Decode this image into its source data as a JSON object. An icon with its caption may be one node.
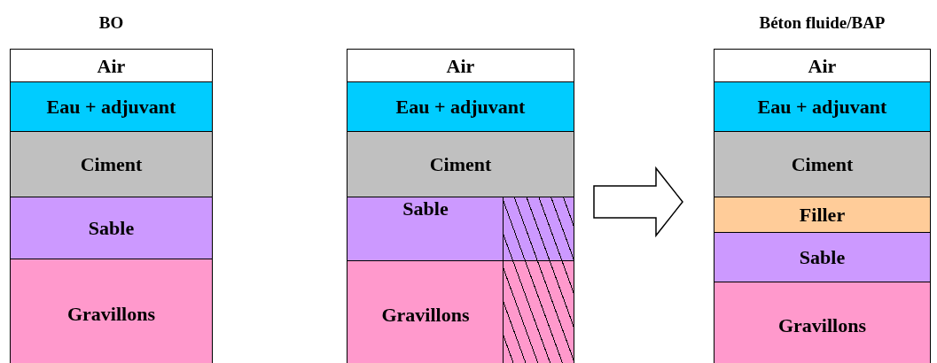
{
  "diagram": {
    "nodes": [
      {
        "text": [
          "BO"
        ]
      },
      {
        "text": [
          "Air"
        ],
        "in": 0
      },
      {
        "text": [
          "Eau + adjuvant"
        ],
        "in": 0
      },
      {
        "text": [
          "Ciment"
        ],
        "in": 0
      },
      {
        "text": [
          "Sable"
        ],
        "in": 0
      },
      {
        "text": [
          "Gravillons"
        ],
        "in": 0
      },
      {
        "text": [],
        "shape": "box"
      },
      {
        "text": [
          "Air"
        ],
        "in": 6
      },
      {
        "text": [
          "Eau + adjuvant"
        ],
        "in": 6
      },
      {
        "text": [
          "Ciment"
        ],
        "in": 6
      },
      {
        "text": [
          "Sable"
        ],
        "in": 6
      },
      {
        "text": [
          "Gravillons"
        ],
        "in": 6
      },
      {
        "text": [
          "Béton fluide/BAP"
        ]
      },
      {
        "text": [
          "Air"
        ],
        "in": 12
      },
      {
        "text": [
          "Eau + adjuvant"
        ],
        "in": 12
      },
      {
        "text": [
          "Ciment"
        ],
        "in": 12
      },
      {
        "text": [
          "Filler"
        ],
        "in": 12
      },
      {
        "text": [
          "Sable"
        ],
        "in": 12
      },
      {
        "text": [
          "Gravillons"
        ],
        "in": 12
      },
      {
        "text": [],
        "shape": "box",
        "in": 6
      }
    ],
    "edges": [
      {
        "from": 6,
        "to": 12,
        "arrow": "to",
        "style": "thick"
      }
    ]
  }
}
